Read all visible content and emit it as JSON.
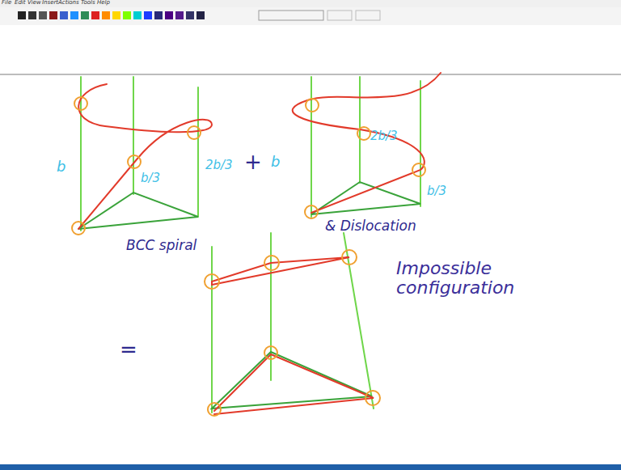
{
  "diagram": {
    "labels": [
      "File",
      "Edit",
      "View",
      "Insert",
      "Actions",
      "Tools",
      "Help",
      "b",
      "b/3",
      "2b/3",
      "+",
      "b",
      "2b/3",
      "b/3",
      "BCC spiral",
      "& Dislocation",
      "=",
      "Impossible configuration"
    ]
  }
}
